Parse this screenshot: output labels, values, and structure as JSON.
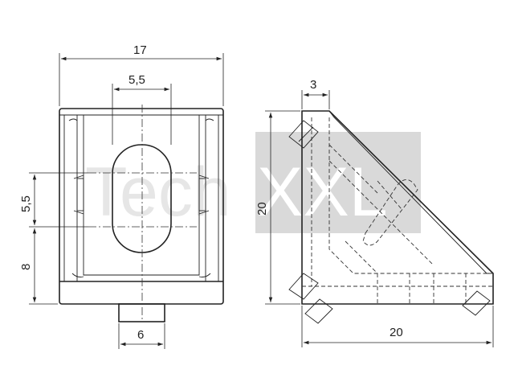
{
  "watermark": {
    "text_left": "Tech",
    "text_right": "XXL",
    "box_color": "#d9d9d9",
    "text_color": "#ffffff"
  },
  "front_view": {
    "dim_total_width": "17",
    "dim_slot_width": "5,5",
    "dim_slot_height": "5,5",
    "dim_lower_height": "8",
    "dim_tab_width": "6"
  },
  "side_view": {
    "dim_top_width": "3",
    "dim_height": "20",
    "dim_base_width": "20"
  },
  "colors": {
    "line": "#222222",
    "background": "#ffffff"
  }
}
